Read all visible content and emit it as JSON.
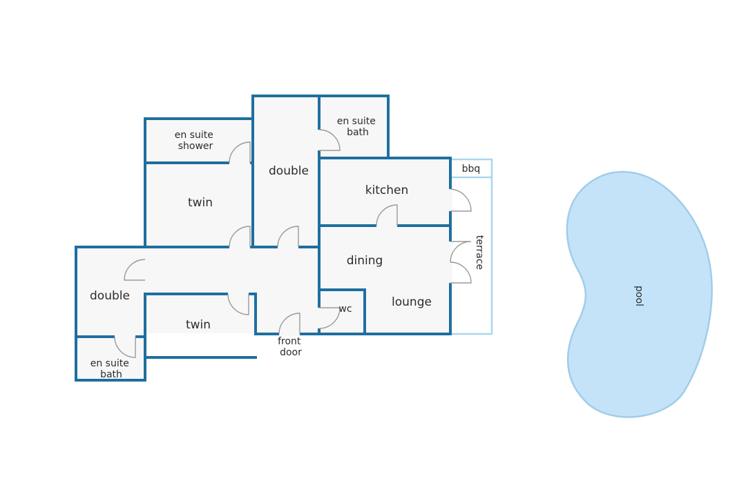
{
  "rooms": {
    "en_suite_shower": [
      "en suite",
      "shower"
    ],
    "twin_upper": "twin",
    "double_center": "double",
    "en_suite_bath_top": [
      "en suite",
      "bath"
    ],
    "bbq": "bbq",
    "kitchen": "kitchen",
    "terrace": "terrace",
    "dining": "dining",
    "lounge": "lounge",
    "wc": "wc",
    "double_left": "double",
    "twin_lower": "twin",
    "en_suite_bath_bottom": [
      "en suite",
      "bath"
    ],
    "front_door": [
      "front",
      "door"
    ],
    "pool": "pool"
  },
  "colors": {
    "wall": "#1e6f9f",
    "outdoor_outline": "#a9d6ee",
    "pool_fill": "#c4e3f8",
    "room_fill": "#f7f7f7"
  }
}
